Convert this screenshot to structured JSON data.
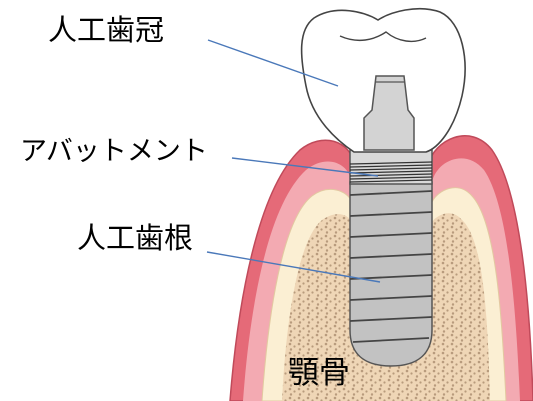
{
  "labels": {
    "crown": "人工歯冠",
    "abutment": "アバットメント",
    "fixture": "人工歯根",
    "bone": "顎骨"
  },
  "colors": {
    "gum_outer": "#e56a78",
    "gum_light": "#f3aab2",
    "bone_cortical": "#fbefd3",
    "bone_spongy": "#efd6b6",
    "bone_dots": "#b89b7d",
    "implant": "#c2c2c2",
    "abutment": "#d3d3d3",
    "crown": "#ffffff",
    "leader_line": "#4a78b9"
  }
}
